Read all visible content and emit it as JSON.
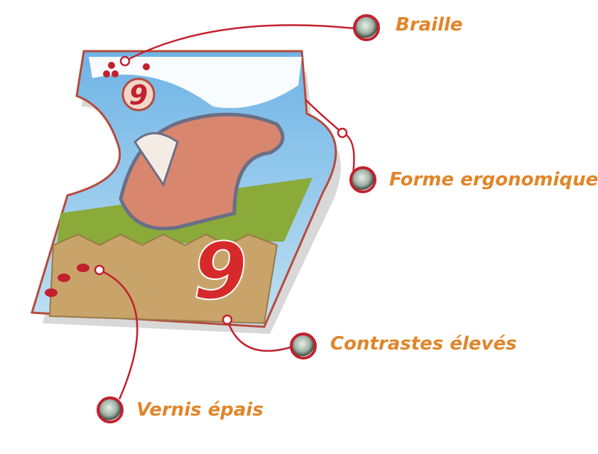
{
  "title_number": "9",
  "features": [
    {
      "label": "Braille",
      "icon": "fly-icon"
    },
    {
      "label": "Forme ergonomique",
      "icon": "fly-icon"
    },
    {
      "label": "Contrastes élevés",
      "icon": "fly-icon"
    },
    {
      "label": "Vernis épais",
      "icon": "fly-icon"
    }
  ],
  "colors": {
    "accent": "#c2202e",
    "label": "#e0862a",
    "sky": "#8cc6ea",
    "fence": "#c9a46a"
  }
}
